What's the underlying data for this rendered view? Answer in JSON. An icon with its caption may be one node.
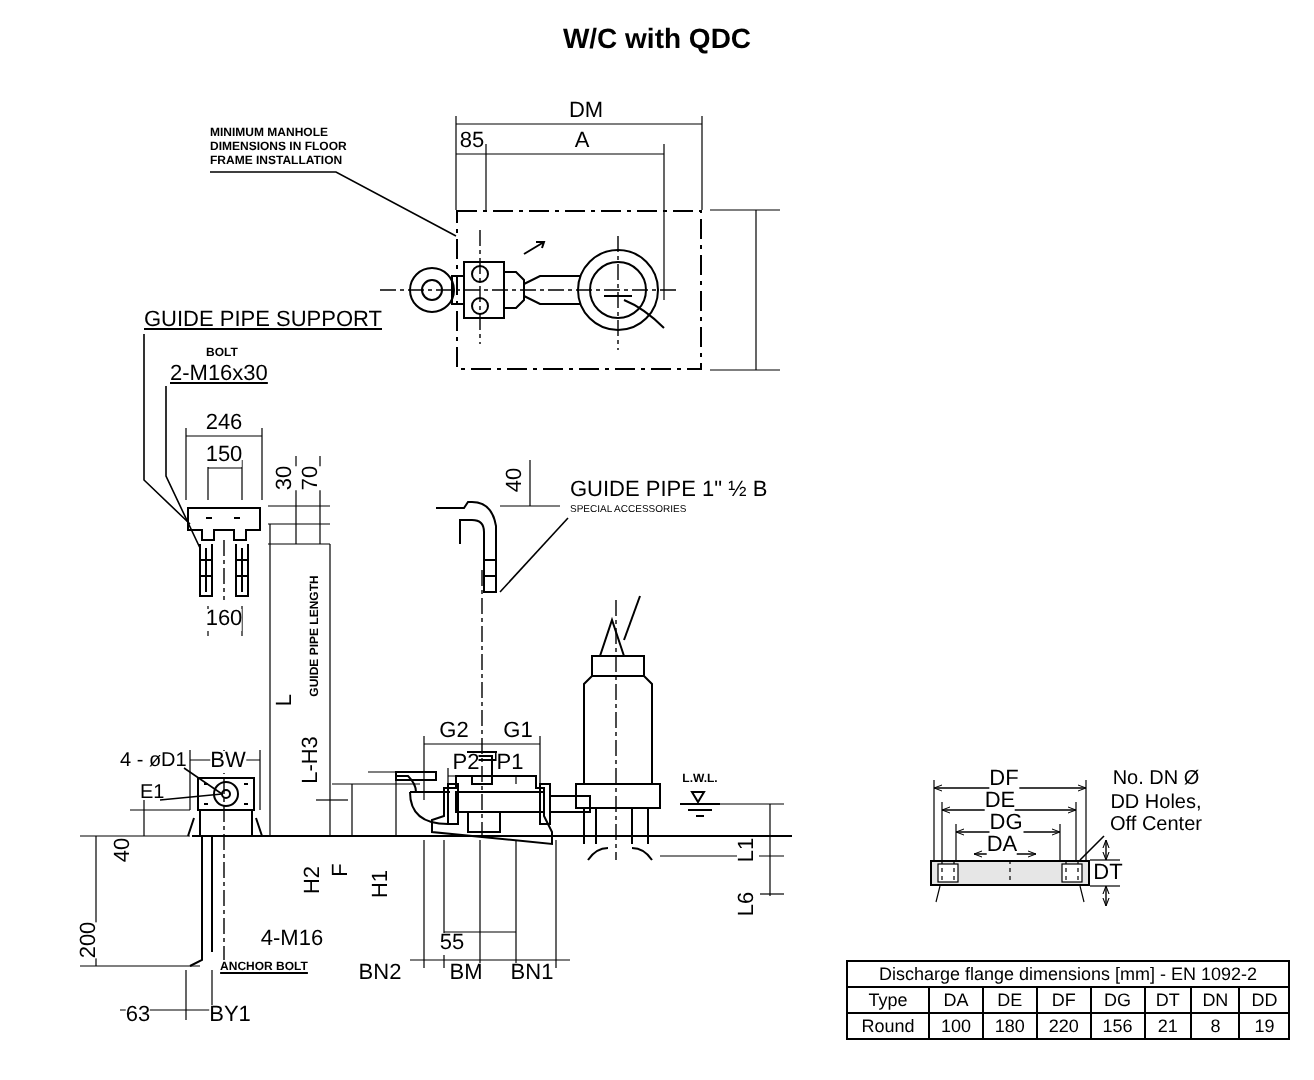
{
  "diagram": {
    "title": "W/C with QDC",
    "nodes": [
      {
        "text": [
          "MINIMUM MANHOLE DIMENSIONS IN FLOOR FRAME INSTALLATION"
        ]
      },
      {
        "text": [],
        "shape": "box"
      },
      {
        "text": [
          "GUIDE PIPE SUPPORT"
        ]
      },
      {
        "text": [],
        "shape": "picture"
      },
      {
        "text": [
          "BOLT",
          "2-M16x30"
        ]
      },
      {
        "text": [],
        "shape": "picture"
      },
      {
        "text": [
          "GUIDE PIPE 1\" ½ B",
          "SPECIAL ACCESSORIES"
        ]
      },
      {
        "text": [],
        "shape": "picture"
      },
      {
        "text": [
          "4 - øD1"
        ]
      },
      {
        "text": [],
        "shape": "picture"
      },
      {
        "text": [
          "E1"
        ]
      },
      {
        "text": [
          "No. DN Ø DD Holes, Off Center"
        ]
      },
      {
        "text": [],
        "shape": "bar"
      }
    ],
    "edges": [
      {
        "from": 0,
        "to": 1,
        "arrow": "none"
      },
      {
        "from": 2,
        "to": 3,
        "arrow": "none"
      },
      {
        "from": 4,
        "to": 5,
        "arrow": "none"
      },
      {
        "from": 6,
        "to": 7,
        "arrow": "none"
      },
      {
        "from": 8,
        "to": 9,
        "arrow": "none"
      },
      {
        "from": 10,
        "to": 9,
        "arrow": "none"
      },
      {
        "from": 11,
        "to": 12,
        "arrow": "none"
      }
    ],
    "labels": [
      "DM",
      "85",
      "A",
      "246",
      "150",
      "30",
      "70",
      "40",
      "160",
      "GUIDE PIPE LENGTH",
      "L",
      "L-H3",
      "G2",
      "G1",
      "BW",
      "P2",
      "P1",
      "L.W.L.",
      "40",
      "H2",
      "F",
      "H1",
      "L1",
      "L6",
      "200",
      "4-M16",
      "55",
      "ANCHOR BOLT",
      "BN2",
      "BM",
      "BN1",
      "63",
      "BY1",
      "DF",
      "DE",
      "DG",
      "DA",
      "DT",
      "Discharge flange dimensions [mm] - EN 1092-2",
      "Type",
      "DA",
      "DE",
      "DF",
      "DG",
      "DT",
      "DN",
      "DD",
      "Round",
      "100",
      "180",
      "220",
      "156",
      "21",
      "8",
      "19"
    ]
  }
}
